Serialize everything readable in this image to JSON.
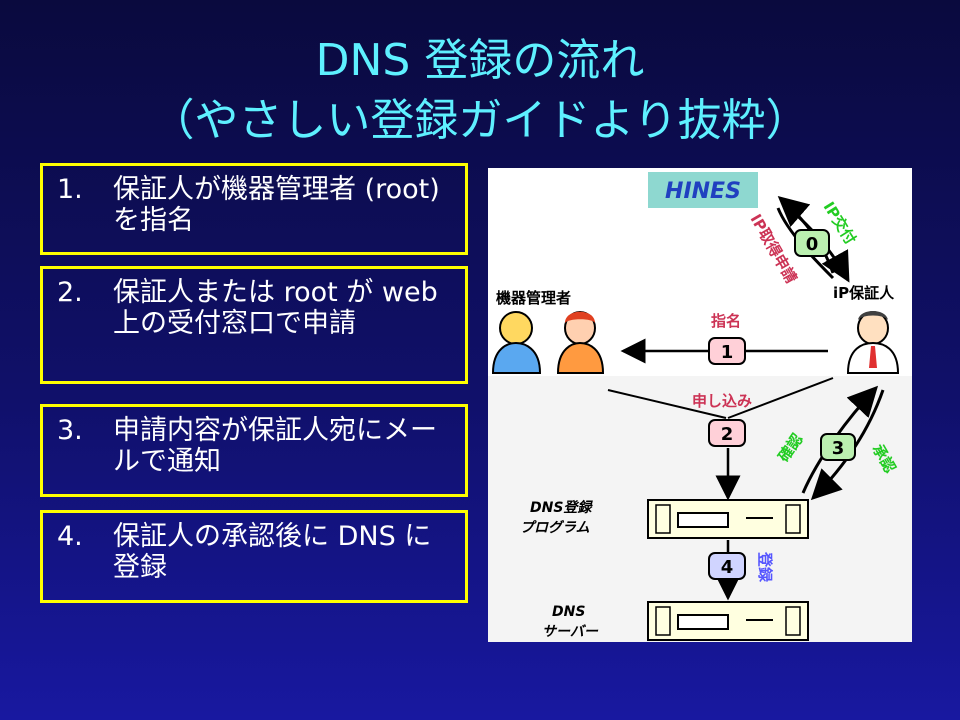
{
  "slide": {
    "title_line1": "DNS 登録の流れ",
    "title_line2": "（やさしい登録ガイドより抜粋）"
  },
  "steps": [
    {
      "num": "1.",
      "text": "保証人が機器管理者 (root) を指名"
    },
    {
      "num": "2.",
      "text": "保証人または root が web 上の受付窓口で申請"
    },
    {
      "num": "3.",
      "text": "申請内容が保証人宛にメールで通知"
    },
    {
      "num": "4.",
      "text": "保証人の承認後に DNS に登録"
    }
  ],
  "diagram": {
    "hines": "HINES",
    "machine_admin": "機器管理者",
    "ip_guarantor": "iP保証人",
    "ip_address_request": "IP取得申請",
    "ip_issue": "IP交付",
    "nominate": "指名",
    "apply": "申し込み",
    "confirm": "確認",
    "approve": "承認",
    "register": "登録",
    "dns_reg_program_1": "DNS登録",
    "dns_reg_program_2": "プログラム",
    "dns_server_1": "DNS",
    "dns_server_2": "サーバー",
    "step0": "0",
    "step1": "1",
    "step2": "2",
    "step3": "3",
    "step4": "4",
    "colors": {
      "title": "#5ef0ff",
      "box_border": "#ffff00",
      "green_label": "#22cc22",
      "pink_label": "#cc3355",
      "purple_label": "#5555ff",
      "hines_teal": "#8ed8d0",
      "hines_blue": "#2040c0"
    }
  }
}
